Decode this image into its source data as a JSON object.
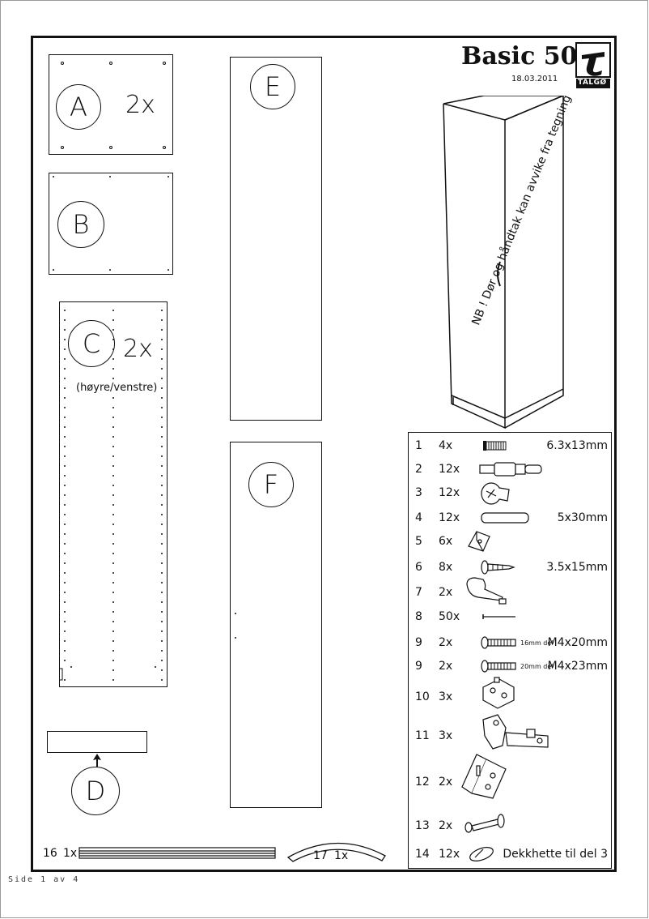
{
  "header": {
    "title": "Basic 50",
    "date": "18.03.2011",
    "logo_text": "TALGØ"
  },
  "panels": {
    "a": {
      "letter": "A",
      "qty": "2x"
    },
    "b": {
      "letter": "B"
    },
    "c": {
      "letter": "C",
      "qty": "2x",
      "note": "(høyre/venstre)"
    },
    "d": {
      "letter": "D"
    },
    "e": {
      "letter": "E"
    },
    "f": {
      "letter": "F"
    }
  },
  "drawing_note": "NB ! Dør og håndtak kan avvike fra tegning",
  "extras": [
    {
      "num": "16",
      "qty": "1x"
    },
    {
      "num": "17",
      "qty": "1x"
    }
  ],
  "parts": [
    {
      "num": "1",
      "qty": "4x",
      "desc": "6.3x13mm",
      "icon": "screw-icon"
    },
    {
      "num": "2",
      "qty": "12x",
      "desc": "",
      "icon": "cam-bolt-icon"
    },
    {
      "num": "3",
      "qty": "12x",
      "desc": "",
      "icon": "cam-lock-icon"
    },
    {
      "num": "4",
      "qty": "12x",
      "desc": "5x30mm",
      "icon": "dowel-icon"
    },
    {
      "num": "5",
      "qty": "6x",
      "desc": "",
      "icon": "corner-bracket-icon"
    },
    {
      "num": "6",
      "qty": "8x",
      "desc": "3.5x15mm",
      "icon": "wood-screw-icon"
    },
    {
      "num": "7",
      "qty": "2x",
      "desc": "",
      "icon": "shelf-support-icon"
    },
    {
      "num": "8",
      "qty": "50x",
      "desc": "",
      "icon": "nail-icon"
    },
    {
      "num": "9",
      "qty": "2x",
      "desc": "M4x20mm",
      "sub": "16mm del",
      "icon": "machine-screw-icon"
    },
    {
      "num": "9",
      "qty": "2x",
      "desc": "M4x23mm",
      "sub": "20mm del",
      "icon": "machine-screw-icon"
    },
    {
      "num": "10",
      "qty": "3x",
      "desc": "",
      "icon": "hinge-plate-icon"
    },
    {
      "num": "11",
      "qty": "3x",
      "desc": "",
      "icon": "hinge-icon"
    },
    {
      "num": "12",
      "qty": "2x",
      "desc": "",
      "icon": "wall-bracket-icon"
    },
    {
      "num": "13",
      "qty": "2x",
      "desc": "",
      "icon": "bolt-icon"
    },
    {
      "num": "14",
      "qty": "12x",
      "desc": "Dekkhette til del 3",
      "icon": "cover-cap-icon"
    }
  ],
  "footer": {
    "page": "Side 1 av 4"
  }
}
